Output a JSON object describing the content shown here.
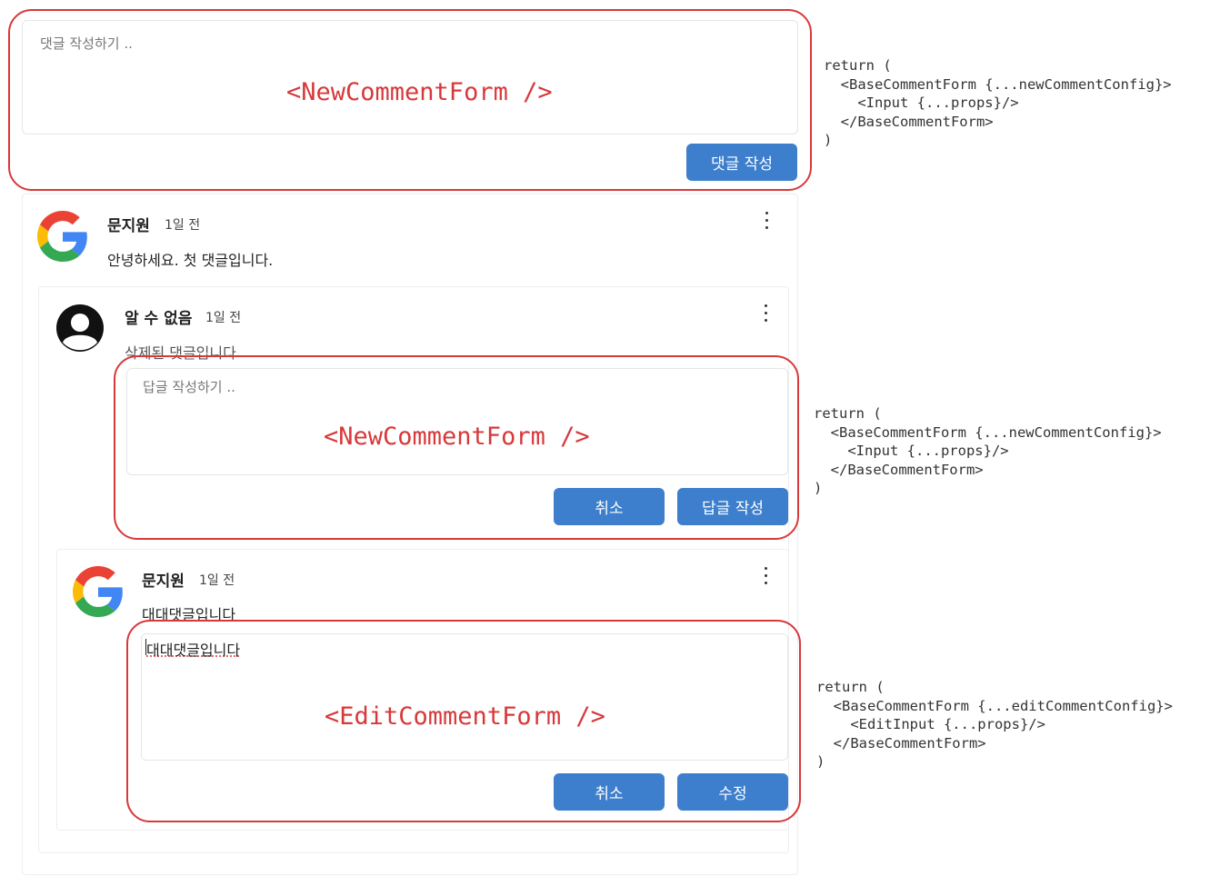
{
  "top_form": {
    "placeholder": "댓글 작성하기 ..",
    "label": "<NewCommentForm />",
    "submit_label": "댓글 작성"
  },
  "comment_1": {
    "author": "문지원",
    "time": "1일 전",
    "content": "안녕하세요. 첫 댓글입니다.",
    "avatar": "google-logo-icon"
  },
  "comment_2": {
    "author": "알 수 없음",
    "time": "1일 전",
    "content": "삭제된 댓글입니다",
    "avatar": "default-user-icon"
  },
  "reply_form": {
    "placeholder": "답글 작성하기 ..",
    "label": "<NewCommentForm />",
    "cancel_label": "취소",
    "submit_label": "답글 작성"
  },
  "comment_3": {
    "author": "문지원",
    "time": "1일 전",
    "content": "대대댓글입니다",
    "avatar": "google-logo-icon"
  },
  "edit_form": {
    "value": "대대댓글입니다",
    "label": "<EditCommentForm />",
    "cancel_label": "취소",
    "submit_label": "수정"
  },
  "code_snippets": [
    "return (\n  <BaseCommentForm {...newCommentConfig}>\n    <Input {...props}/>\n  </BaseCommentForm>\n)",
    "return (\n  <BaseCommentForm {...newCommentConfig}>\n    <Input {...props}/>\n  </BaseCommentForm>\n)",
    "return (\n  <BaseCommentForm {...editCommentConfig}>\n    <EditInput {...props}/>\n  </BaseCommentForm>\n)"
  ],
  "colors": {
    "button": "#3d7fcc",
    "annotation": "#d8383a"
  }
}
